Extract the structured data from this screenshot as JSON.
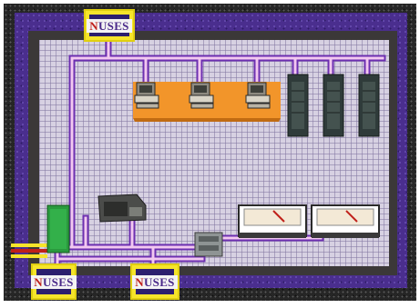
{
  "labels": {
    "top": "NUSES",
    "bottom_left": "NUSES",
    "bottom_center": "NUSES"
  },
  "colors": {
    "floor": "#d7d1e2",
    "frame": "#4a2e8e",
    "cable_fill": "#f2c8f0",
    "cable_edge": "#6c2fb0",
    "desk": "#f2952a",
    "label_bg": "#f6e52a"
  },
  "equipment": {
    "workstations": 3,
    "server_racks": 3,
    "printers": 2
  }
}
